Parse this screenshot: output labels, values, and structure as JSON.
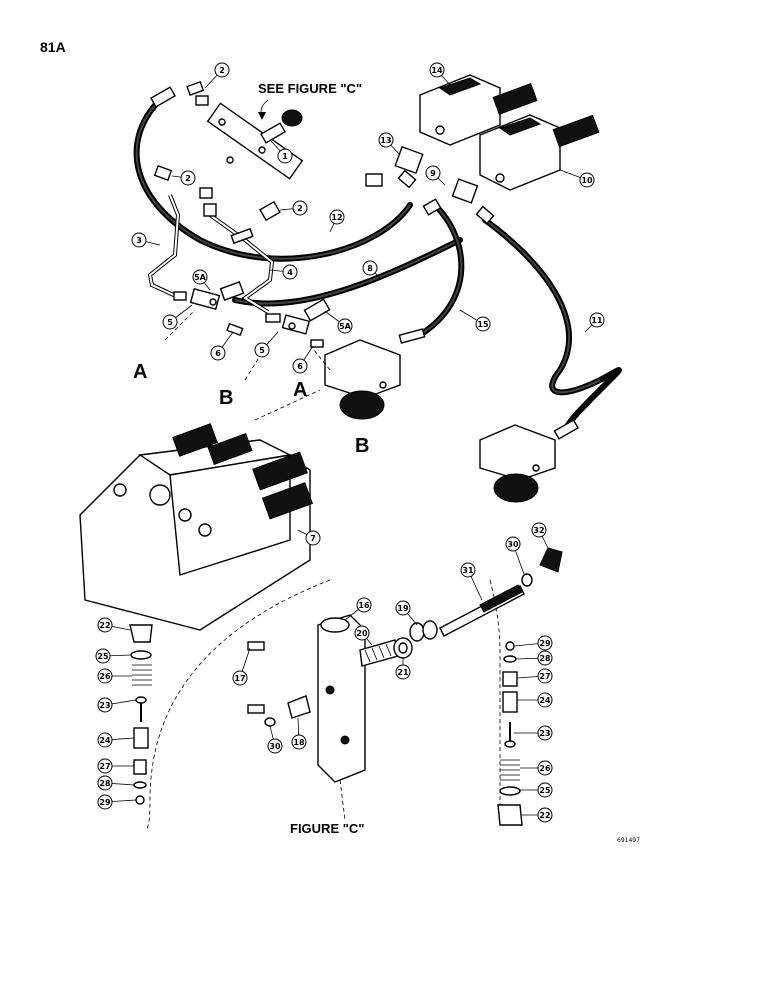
{
  "page": {
    "page_number": "81A",
    "drawing_number": "691497",
    "see_figure_label": "SEE FIGURE \"C\"",
    "figure_caption": "FIGURE \"C\""
  },
  "connection_labels": [
    {
      "id": "A-left",
      "text": "A"
    },
    {
      "id": "B-left",
      "text": "B"
    },
    {
      "id": "A-mid",
      "text": "A"
    },
    {
      "id": "B-right",
      "text": "B"
    }
  ],
  "callouts": [
    {
      "id": "c2a",
      "text": "2"
    },
    {
      "id": "c1",
      "text": "1"
    },
    {
      "id": "c2b",
      "text": "2"
    },
    {
      "id": "c2c",
      "text": "2"
    },
    {
      "id": "c3",
      "text": "3"
    },
    {
      "id": "c4",
      "text": "4"
    },
    {
      "id": "c5Aa",
      "text": "5A"
    },
    {
      "id": "c5a",
      "text": "5"
    },
    {
      "id": "c6a",
      "text": "6"
    },
    {
      "id": "c5b",
      "text": "5"
    },
    {
      "id": "c6b",
      "text": "6"
    },
    {
      "id": "c5Ab",
      "text": "5A"
    },
    {
      "id": "c12",
      "text": "12"
    },
    {
      "id": "c8",
      "text": "8"
    },
    {
      "id": "c13",
      "text": "13"
    },
    {
      "id": "c14",
      "text": "14"
    },
    {
      "id": "c10",
      "text": "10"
    },
    {
      "id": "c9",
      "text": "9"
    },
    {
      "id": "c15",
      "text": "15"
    },
    {
      "id": "c11",
      "text": "11"
    },
    {
      "id": "c7",
      "text": "7"
    },
    {
      "id": "c32",
      "text": "32"
    },
    {
      "id": "c30a",
      "text": "30"
    },
    {
      "id": "c31",
      "text": "31"
    },
    {
      "id": "c16",
      "text": "16"
    },
    {
      "id": "c19",
      "text": "19"
    },
    {
      "id": "c20",
      "text": "20"
    },
    {
      "id": "c21",
      "text": "21"
    },
    {
      "id": "c17",
      "text": "17"
    },
    {
      "id": "c18",
      "text": "18"
    },
    {
      "id": "c30b",
      "text": "30"
    },
    {
      "id": "c22a",
      "text": "22"
    },
    {
      "id": "c25a",
      "text": "25"
    },
    {
      "id": "c26a",
      "text": "26"
    },
    {
      "id": "c23a",
      "text": "23"
    },
    {
      "id": "c24a",
      "text": "24"
    },
    {
      "id": "c27a",
      "text": "27"
    },
    {
      "id": "c28a",
      "text": "28"
    },
    {
      "id": "c29a",
      "text": "29"
    },
    {
      "id": "c29b",
      "text": "29"
    },
    {
      "id": "c28b",
      "text": "28"
    },
    {
      "id": "c27b",
      "text": "27"
    },
    {
      "id": "c24b",
      "text": "24"
    },
    {
      "id": "c23b",
      "text": "23"
    },
    {
      "id": "c26b",
      "text": "26"
    },
    {
      "id": "c25b",
      "text": "25"
    },
    {
      "id": "c22b",
      "text": "22"
    }
  ]
}
